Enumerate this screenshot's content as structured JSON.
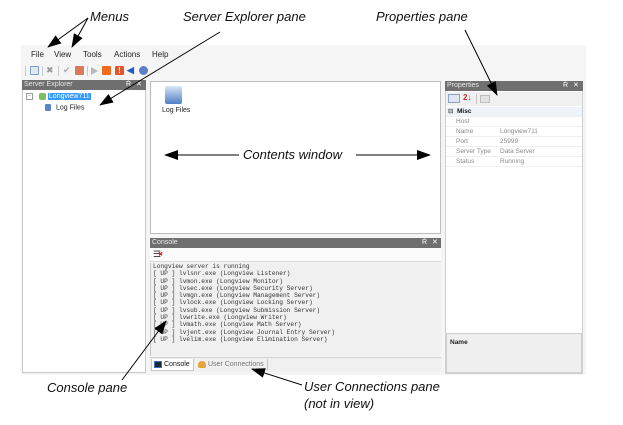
{
  "annotations": {
    "menus": "Menus",
    "server_explorer_pane": "Server Explorer pane",
    "properties_pane": "Properties pane",
    "contents_window": "Contents window",
    "console_pane": "Console pane",
    "user_connections_pane_line1": "User Connections pane",
    "user_connections_pane_line2": "(not in view)"
  },
  "menu": {
    "items": [
      "File",
      "View",
      "Tools",
      "Actions",
      "Help"
    ]
  },
  "toolbar": {
    "icons": [
      "refresh-icon",
      "delete-icon",
      "check-icon",
      "remove-icon",
      "start-icon",
      "stop-icon",
      "alert-icon",
      "rewind-icon",
      "settings-icon"
    ]
  },
  "server_explorer": {
    "title": "Server Explorer",
    "pin": "Ř",
    "close": "✕",
    "tree": {
      "server": "Longview711",
      "child": "Log Files"
    }
  },
  "contents": {
    "items": [
      {
        "label": "Log Files",
        "icon": "log-files-icon"
      }
    ]
  },
  "console": {
    "title": "Console",
    "pin": "Ř",
    "close": "✕",
    "lines": [
      "Longview server is running",
      "[ UP ] lvlsnr.exe (Longview Listener)",
      "[ UP ] lvmon.exe (Longview Monitor)",
      "[ UP ] lvsec.exe (Longview Security Server)",
      "[ UP ] lvmgn.exe (Longview Management Server)",
      "[ UP ] lvlock.exe (Longview Locking Server)",
      "[ UP ] lvsub.exe (Longview Submission Server)",
      "[ UP ] lvwrite.exe (Longview Writer)",
      "[ UP ] lvmath.exe (Longview Math Server)",
      "[ UP ] lvjent.exe (Longview Journal Entry Server)",
      "[ UP ] lvelim.exe (Longview Elimination Server)"
    ],
    "tabs": [
      {
        "label": "Console",
        "active": true
      },
      {
        "label": "User Connections",
        "active": false
      }
    ]
  },
  "properties": {
    "title": "Properties",
    "pin": "Ř",
    "close": "✕",
    "category": "Misc",
    "rows": [
      {
        "key": "Host",
        "value": ""
      },
      {
        "key": "Name",
        "value": "Longview711"
      },
      {
        "key": "Port",
        "value": "25999"
      },
      {
        "key": "Server Type",
        "value": "Data Server"
      },
      {
        "key": "Status",
        "value": "Running"
      }
    ],
    "description_title": "Name"
  },
  "colors": {
    "pane_header": "#6f6f6f",
    "selection": "#3399ff"
  }
}
